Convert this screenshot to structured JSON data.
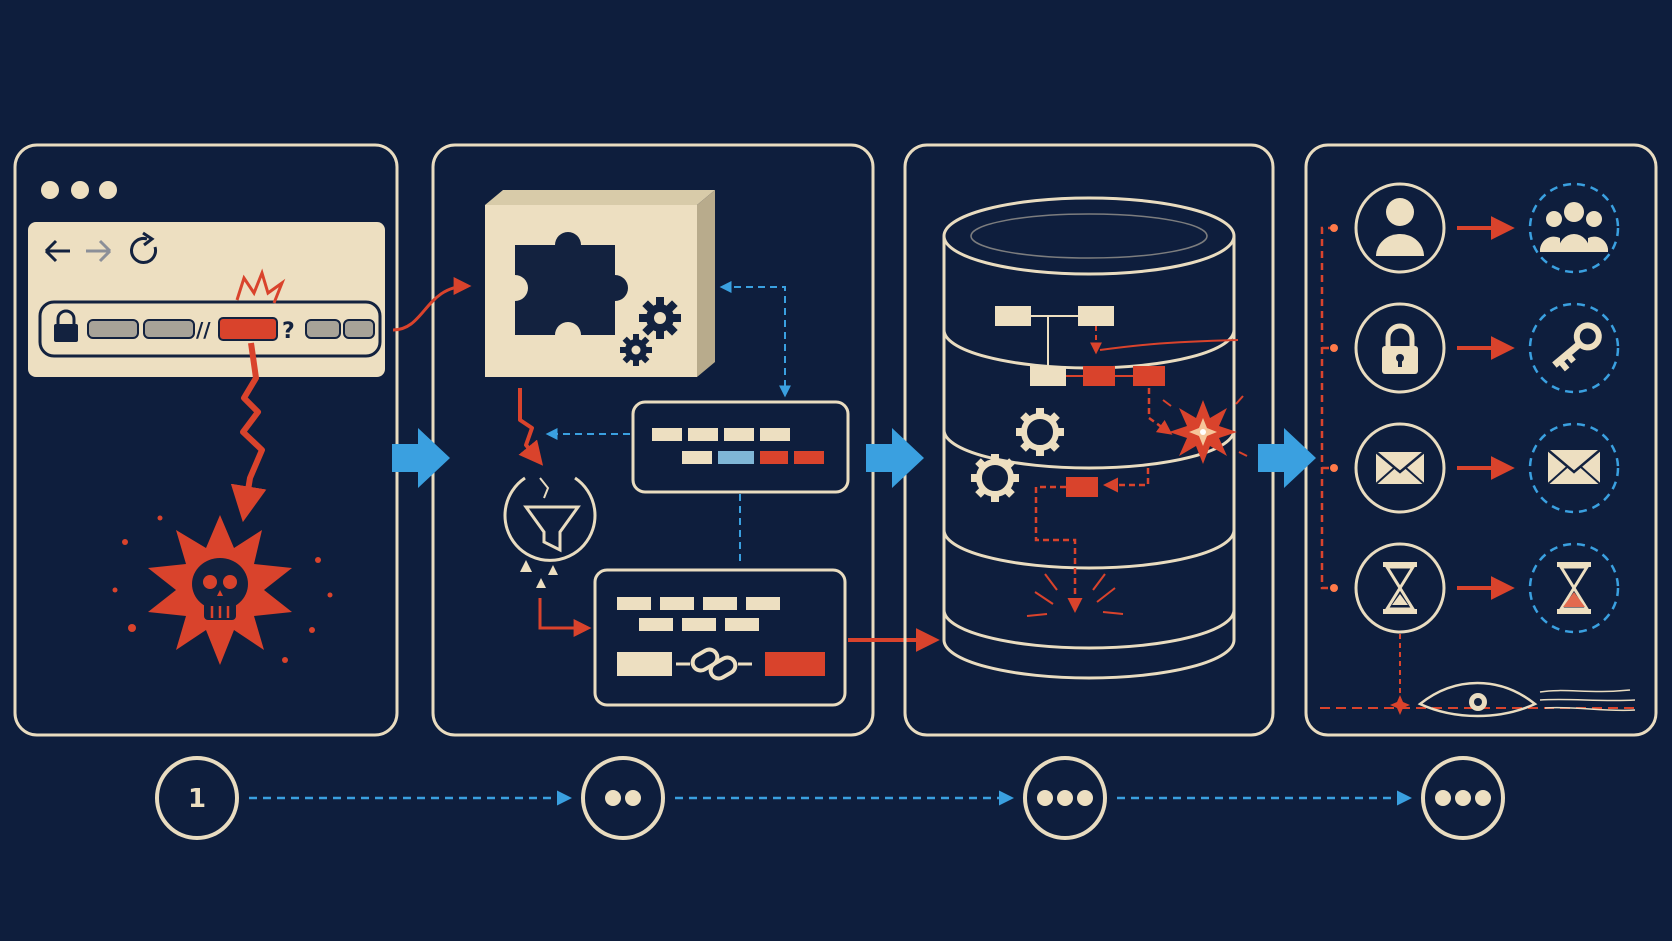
{
  "colors": {
    "background": "#0e1e3d",
    "panel_stroke": "#e9dcc0",
    "cream": "#eddfc1",
    "red": "#d9432c",
    "blue": "#3aa0e0",
    "dark": "#13223f"
  },
  "panel1": {
    "url_query_mark": "?",
    "url_separator": "//"
  },
  "steps": [
    {
      "label": "1",
      "dots": 0
    },
    {
      "label": "",
      "dots": 2
    },
    {
      "label": "",
      "dots": 3
    },
    {
      "label": "",
      "dots": 3
    }
  ],
  "icons": {
    "panel1": [
      "window-dots-icon",
      "back-arrow-icon",
      "forward-arrow-icon",
      "reload-icon",
      "lock-icon",
      "skull-explosion-icon"
    ],
    "panel2": [
      "puzzle-icon",
      "gear-icon",
      "filter-funnel-icon",
      "chain-link-icon"
    ],
    "panel3": [
      "database-cylinder-icon",
      "gear-icon",
      "spark-burst-icon"
    ],
    "panel4": [
      "user-icon",
      "user-group-icon",
      "padlock-icon",
      "key-icon",
      "envelope-icon",
      "hourglass-icon",
      "eye-icon"
    ]
  }
}
